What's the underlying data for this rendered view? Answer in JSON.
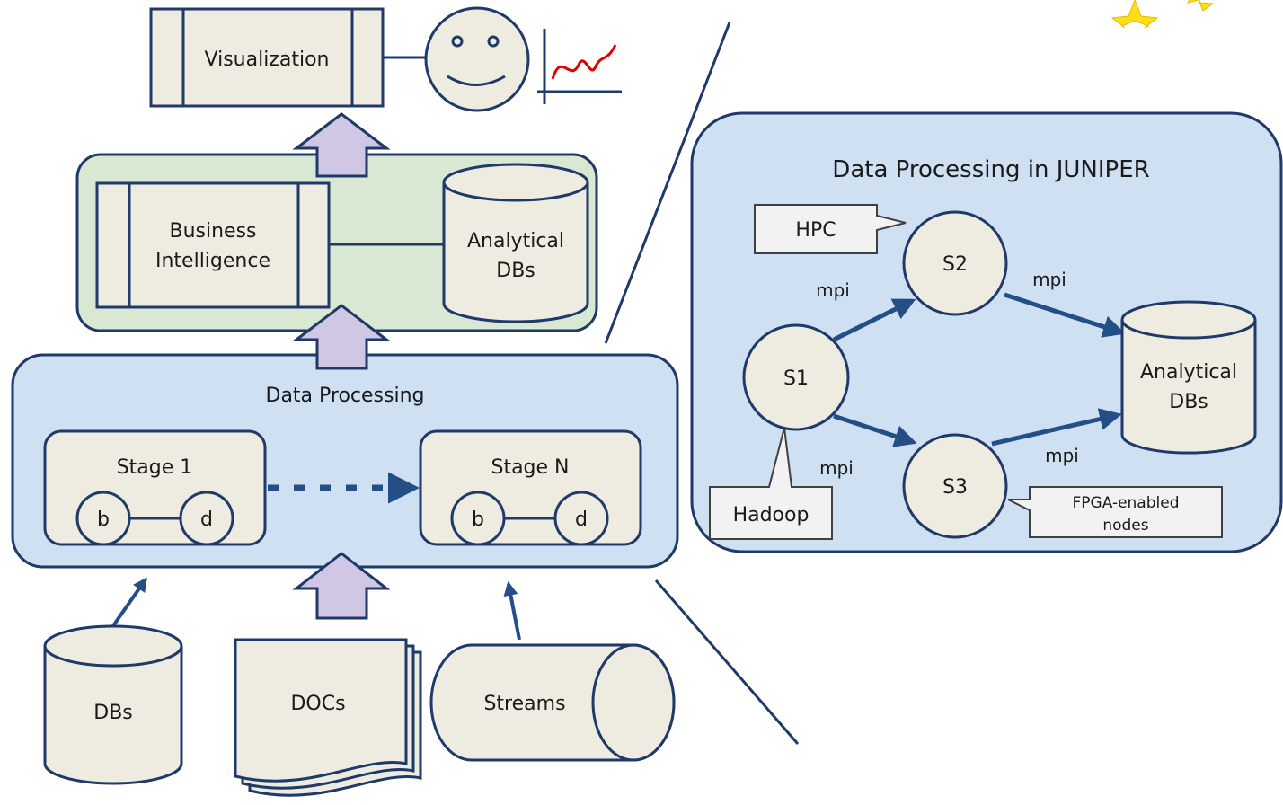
{
  "labels": {
    "visualization": "Visualization",
    "business_intelligence": [
      "Business",
      "Intelligence"
    ],
    "analytical_dbs_top": [
      "Analytical",
      "DBs"
    ],
    "data_processing": "Data Processing",
    "stage_1": "Stage 1",
    "stage_n": "Stage N",
    "node_b": "b",
    "node_d": "d",
    "dbs": "DBs",
    "docs": "DOCs",
    "streams": "Streams",
    "juniper_title": "Data Processing in JUNIPER",
    "hpc": "HPC",
    "s1": "S1",
    "s2": "S2",
    "s3": "S3",
    "mpi": "mpi",
    "analytical_dbs_right": [
      "Analytical",
      "DBs"
    ],
    "hadoop": "Hadoop",
    "fpga": [
      "FPGA-enabled",
      "nodes"
    ]
  },
  "colors": {
    "navy": "#1f3a68",
    "beige": "#eeece1",
    "light_blue": "#cfe0f3",
    "light_green": "#d8e8d2",
    "lavender": "#cfc7e3",
    "arrow_blue": "#244e86",
    "star_yellow": "#ffde17",
    "trend_red": "#e00000"
  }
}
